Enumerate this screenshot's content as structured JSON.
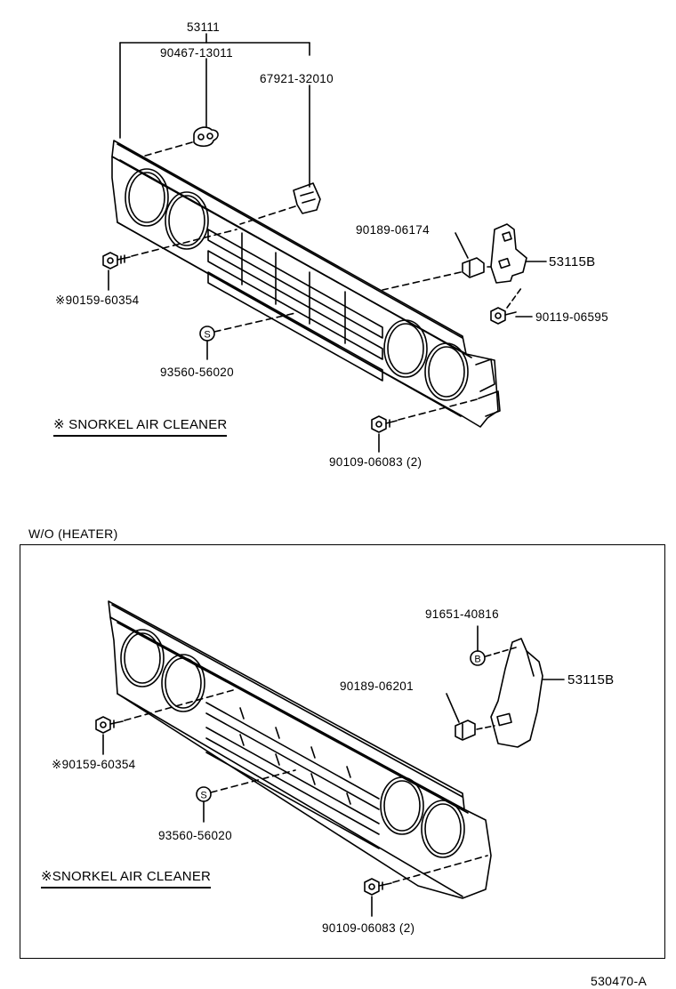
{
  "diagram": {
    "upper": {
      "assembly_part": "53111",
      "clip_part": "90467-13011",
      "retainer_part": "67921-32010",
      "nut_part": "90189-06174",
      "bracket_part": "53115B",
      "bracket_bolt_part": "90119-06595",
      "side_bolt_part": "※90159-60354",
      "seal_part": "93560-56020",
      "bottom_bolt_part": "90109-06083 (2)",
      "seal_symbol": "S",
      "note": "※ SNORKEL AIR CLEANER"
    },
    "lower": {
      "section_title": "W/O (HEATER)",
      "washer_part": "91651-40816",
      "washer_symbol": "B",
      "nut_part": "90189-06201",
      "bracket_part": "53115B",
      "side_bolt_part": "※90159-60354",
      "seal_part": "93560-56020",
      "seal_symbol": "S",
      "bottom_bolt_part": "90109-06083 (2)",
      "note": "※SNORKEL AIR CLEANER"
    },
    "figure_id": "530470-A"
  }
}
